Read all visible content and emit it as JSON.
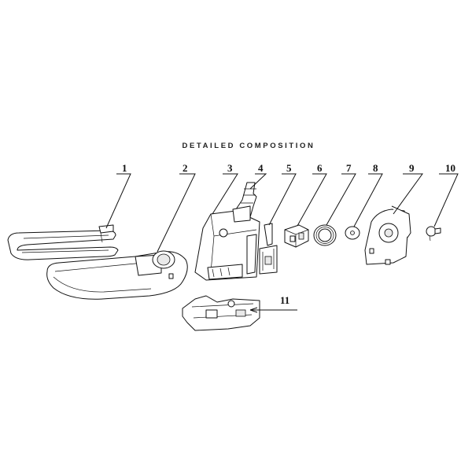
{
  "title": "DETAILED COMPOSITION",
  "labels": [
    "1",
    "2",
    "3",
    "4",
    "5",
    "6",
    "7",
    "8",
    "9",
    "10",
    "11"
  ]
}
